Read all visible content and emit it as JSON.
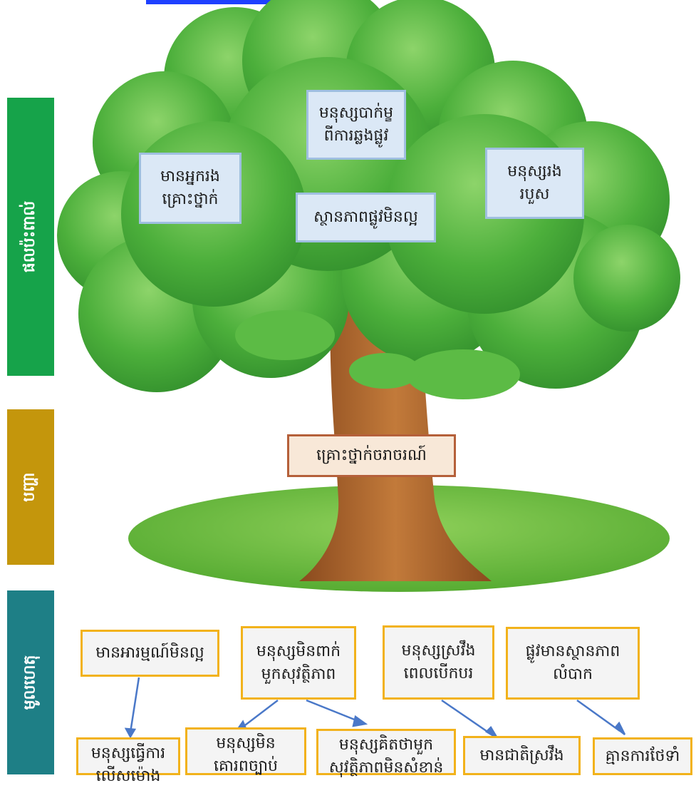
{
  "side_labels": {
    "effects": "ផលប៉ះពាល់",
    "problem": "បញ្ហា",
    "causes": "មូលហេតុ"
  },
  "effects": [
    "មានអ្នករង\nគ្រោះថ្នាក់",
    "មនុស្សបាក់ម្ខ\nពីការឆ្លងផ្លូវ",
    "ស្ថានភាពផ្លូវមិនល្អ",
    "មនុស្សរង\nរបួស"
  ],
  "problem": "គ្រោះថ្នាក់ចរាចរណ៍",
  "causes_top": [
    "មានអារម្មណ៍មិនល្អ",
    "មនុស្សមិនពាក់\nមួកសុវត្ថិភាព",
    "មនុស្សស្រវឹង\nពេលបើកបរ",
    "ផ្លូវមានស្ថានភាព\nលំបាក"
  ],
  "causes_bottom": [
    "មនុស្សធ្វើការ\nលើសម៉ោង",
    "មនុស្សមិន\nគោរពច្បាប់",
    "មនុស្សគិតថាមួក\nសុវត្ថិភាពមិនសំខាន់",
    "មានជាតិស្រវឹង",
    "គ្មានការថែទាំ"
  ],
  "colors": {
    "effects_label": "#16a34a",
    "problem_label": "#c4960c",
    "causes_label": "#1e7f86",
    "leaf": "#4caf3b",
    "trunk": "#b66a2c",
    "ground": "#66bb3a"
  }
}
